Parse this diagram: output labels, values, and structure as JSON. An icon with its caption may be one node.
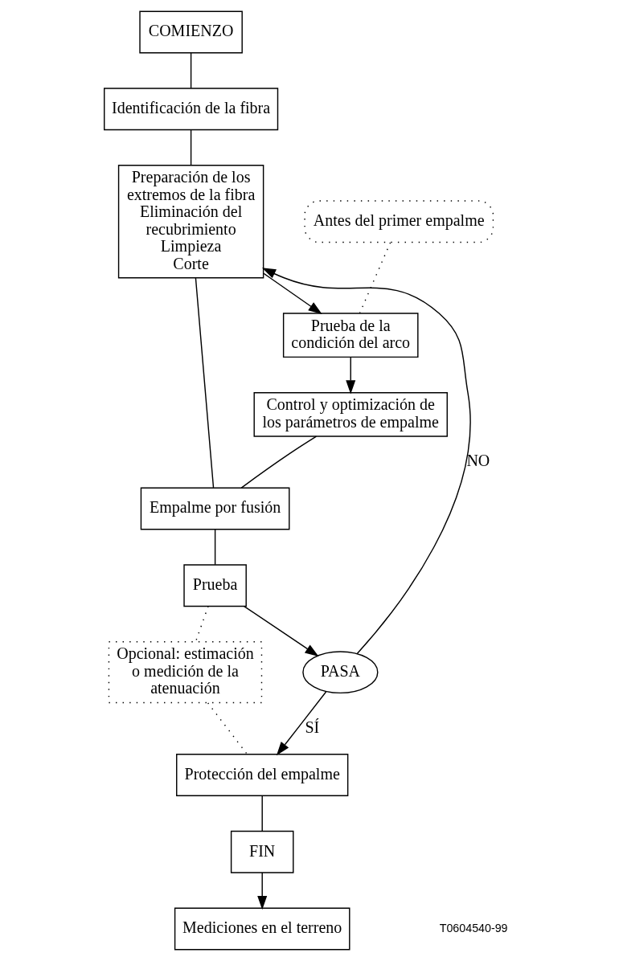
{
  "diagram": {
    "nodes": [
      {
        "text": [
          "COMIENZO"
        ]
      },
      {
        "text": [
          "Identificación de la fibra"
        ]
      },
      {
        "text": [
          "Preparación de los extremos de la fibra",
          "Eliminación del recubrimiento",
          "Limpieza",
          "Corte"
        ]
      },
      {
        "text": [
          "Antes del primer empalme"
        ]
      },
      {
        "text": [
          "Prueba de la condición del arco"
        ]
      },
      {
        "text": [
          "Control y optimización de los parámetros de empalme"
        ]
      },
      {
        "text": [
          "Empalme por fusión"
        ]
      },
      {
        "text": [
          "Prueba"
        ]
      },
      {
        "text": [
          "PASA"
        ]
      },
      {
        "text": [
          "Opcional: estimación o medición de la atenuación"
        ]
      },
      {
        "text": [
          "Protección del empalme"
        ]
      },
      {
        "text": [
          "FIN"
        ]
      },
      {
        "text": [
          "Mediciones en el terreno"
        ]
      }
    ],
    "edges": [
      {
        "from": 0,
        "to": 1,
        "arrow": "none"
      },
      {
        "from": 1,
        "to": 2,
        "arrow": "none"
      },
      {
        "from": 2,
        "to": 6,
        "arrow": "none"
      },
      {
        "from": 2,
        "to": 4,
        "arrow": "to"
      },
      {
        "from": 3,
        "to": 4,
        "arrow": "none",
        "style": "dashed"
      },
      {
        "from": 4,
        "to": 5,
        "arrow": "to"
      },
      {
        "from": 5,
        "to": 6,
        "arrow": "none"
      },
      {
        "from": 6,
        "to": 7,
        "arrow": "none"
      },
      {
        "from": 7,
        "to": 8,
        "arrow": "to"
      },
      {
        "from": 8,
        "to": 2,
        "arrow": "to",
        "label": "NO"
      },
      {
        "from": 8,
        "to": 10,
        "arrow": "to",
        "label": "SÍ"
      },
      {
        "from": 7,
        "to": 9,
        "arrow": "none",
        "style": "dashed"
      },
      {
        "from": 9,
        "to": 10,
        "arrow": "none",
        "style": "dashed"
      },
      {
        "from": 10,
        "to": 11,
        "arrow": "none"
      },
      {
        "from": 11,
        "to": 12,
        "arrow": "to"
      }
    ],
    "labels": [
      "T0604540-99"
    ]
  }
}
